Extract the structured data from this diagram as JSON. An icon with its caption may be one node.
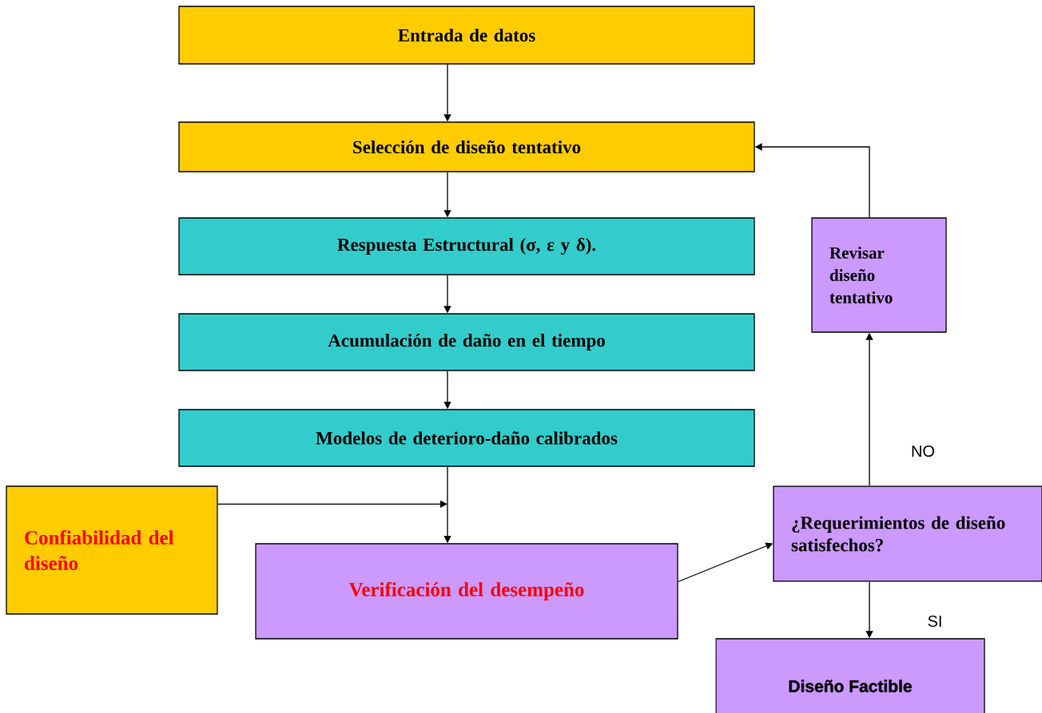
{
  "diagram": {
    "nodes": [
      {
        "text": [
          "Entrada de datos"
        ]
      },
      {
        "text": [
          "Selección de diseño tentativo"
        ]
      },
      {
        "text": [
          "Respuesta Estructural (σ, ε y δ)."
        ]
      },
      {
        "text": [
          "Acumulación de daño en el tiempo"
        ]
      },
      {
        "text": [
          "Modelos de deterioro-daño calibrados"
        ]
      },
      {
        "text": [
          "Confiabilidad del diseño"
        ]
      },
      {
        "text": [
          "Verificación del desempeño"
        ]
      },
      {
        "text": [
          "¿Requerimientos de diseño satisfechos?"
        ]
      },
      {
        "text": [
          "Revisar diseño tentativo"
        ]
      },
      {
        "text": [
          "Diseño Factible"
        ]
      }
    ],
    "edges": [
      {
        "from": 0,
        "to": 1,
        "arrow": "to"
      },
      {
        "from": 1,
        "to": 2,
        "arrow": "to"
      },
      {
        "from": 2,
        "to": 3,
        "arrow": "to"
      },
      {
        "from": 3,
        "to": 4,
        "arrow": "to"
      },
      {
        "from": 4,
        "to": 6,
        "arrow": "to"
      },
      {
        "from": 5,
        "to": 6,
        "arrow": "to"
      },
      {
        "from": 6,
        "to": 7,
        "arrow": "to"
      },
      {
        "from": 7,
        "to": 8,
        "label": "NO",
        "arrow": "to"
      },
      {
        "from": 8,
        "to": 1,
        "arrow": "to"
      },
      {
        "from": 7,
        "to": 9,
        "label": "SI",
        "arrow": "to"
      }
    ]
  }
}
